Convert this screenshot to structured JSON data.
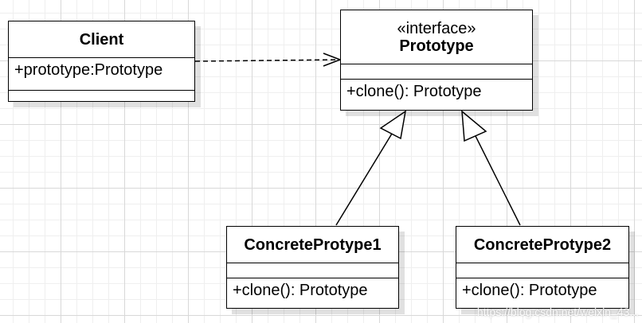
{
  "classes": {
    "client": {
      "name": "Client",
      "attribute": "+prototype:Prototype",
      "operation": ""
    },
    "prototype": {
      "stereotype": "«interface»",
      "name": "Prototype",
      "attribute": "",
      "operation": "+clone(): Prototype"
    },
    "concrete1": {
      "name": "ConcreteProtype1",
      "attribute": "",
      "operation": "+clone(): Prototype"
    },
    "concrete2": {
      "name": "ConcreteProtype2",
      "attribute": "",
      "operation": "+clone(): Prototype"
    }
  },
  "relations": [
    {
      "type": "dependency",
      "from": "Client",
      "to": "Prototype"
    },
    {
      "type": "realization",
      "from": "ConcreteProtype1",
      "to": "Prototype"
    },
    {
      "type": "realization",
      "from": "ConcreteProtype2",
      "to": "Prototype"
    }
  ],
  "watermark": "https://blog.csdn.net/weixin_43..."
}
